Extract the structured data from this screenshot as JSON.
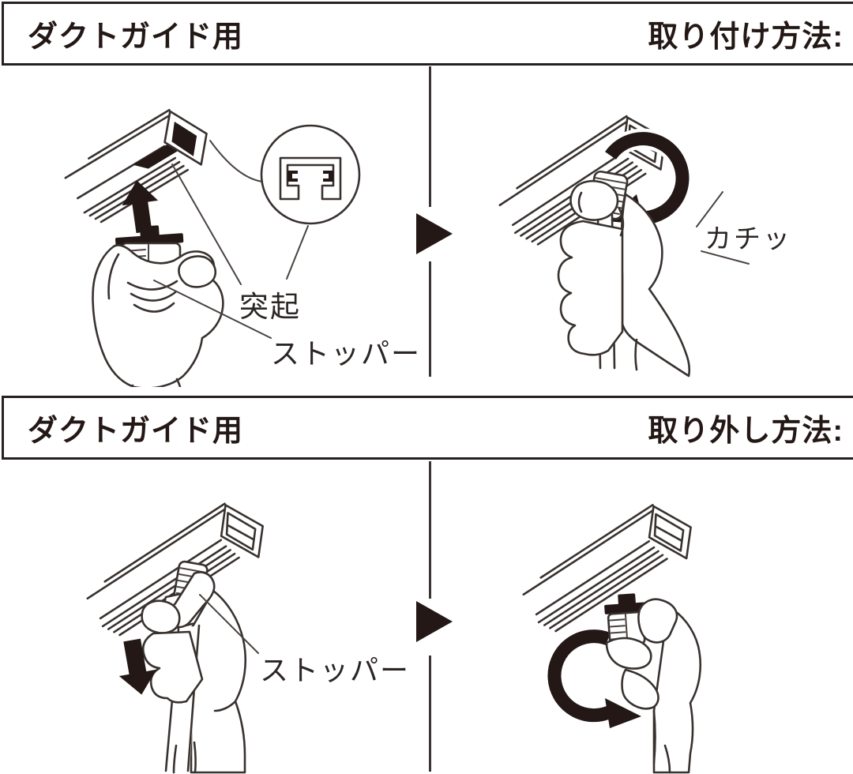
{
  "colors": {
    "ink": "#231815",
    "line": "#38322f",
    "background": "#ffffff"
  },
  "panels": [
    {
      "left_title": "ダクトガイド用",
      "right_title": "取り付け方法:",
      "annotations": {
        "protrusion": "突起",
        "stopper": "ストッパー",
        "click": "カチッ"
      }
    },
    {
      "left_title": "ダクトガイド用",
      "right_title": "取り外し方法:",
      "annotations": {
        "stopper": "ストッパー"
      }
    }
  ]
}
